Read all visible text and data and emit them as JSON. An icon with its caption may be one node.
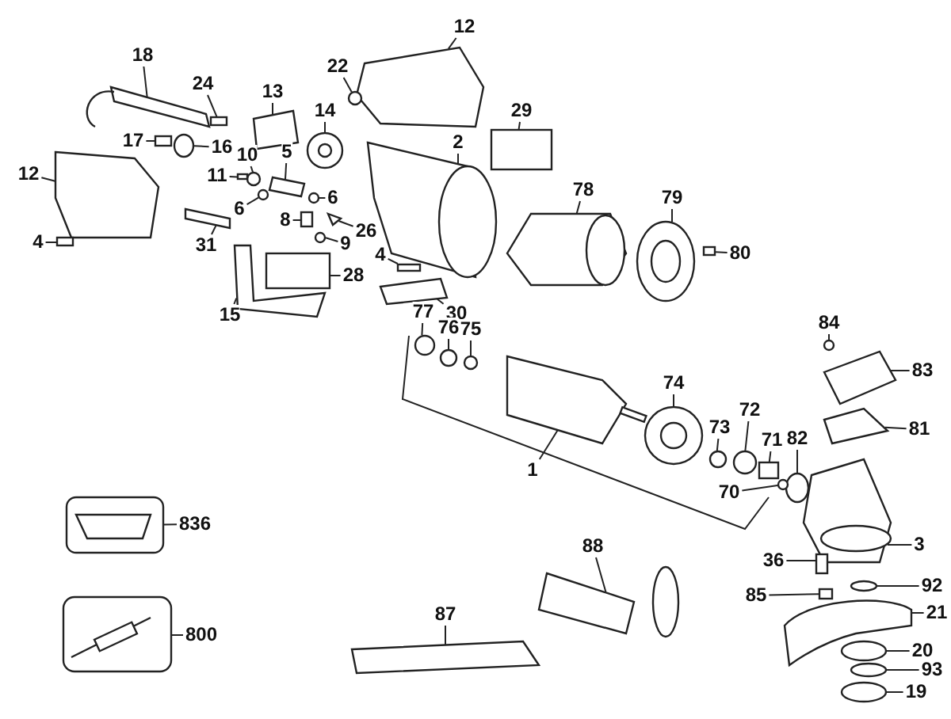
{
  "diagram": {
    "nodes": [
      {
        "text": [
          "12"
        ]
      },
      {
        "text": [
          "18"
        ]
      },
      {
        "text": [
          "22"
        ]
      },
      {
        "text": [
          "24"
        ]
      },
      {
        "text": [
          "13"
        ]
      },
      {
        "text": [
          "14"
        ]
      },
      {
        "text": [
          "29"
        ]
      },
      {
        "text": [
          "17"
        ]
      },
      {
        "text": [
          "2"
        ]
      },
      {
        "text": [
          "16"
        ]
      },
      {
        "text": [
          "10"
        ]
      },
      {
        "text": [
          "5"
        ]
      },
      {
        "text": [
          "12"
        ]
      },
      {
        "text": [
          "11"
        ]
      },
      {
        "text": [
          "78"
        ]
      },
      {
        "text": [
          "6"
        ]
      },
      {
        "text": [
          "6"
        ]
      },
      {
        "text": [
          "79"
        ]
      },
      {
        "text": [
          "8"
        ]
      },
      {
        "text": [
          "26"
        ]
      },
      {
        "text": [
          "4"
        ]
      },
      {
        "text": [
          "9"
        ]
      },
      {
        "text": [
          "31"
        ]
      },
      {
        "text": [
          "4"
        ]
      },
      {
        "text": [
          "80"
        ]
      },
      {
        "text": [
          "28"
        ]
      },
      {
        "text": [
          "30"
        ]
      },
      {
        "text": [
          "15"
        ]
      },
      {
        "text": [
          "77"
        ]
      },
      {
        "text": [
          "84"
        ]
      },
      {
        "text": [
          "76"
        ]
      },
      {
        "text": [
          "75"
        ]
      },
      {
        "text": [
          "83"
        ]
      },
      {
        "text": [
          "74"
        ]
      },
      {
        "text": [
          "72"
        ]
      },
      {
        "text": [
          "73"
        ]
      },
      {
        "text": [
          "82"
        ]
      },
      {
        "text": [
          "71"
        ]
      },
      {
        "text": [
          "81"
        ]
      },
      {
        "text": [
          "1"
        ]
      },
      {
        "text": [
          "70"
        ]
      },
      {
        "text": [
          "836"
        ]
      },
      {
        "text": [
          "3"
        ]
      },
      {
        "text": [
          "88"
        ]
      },
      {
        "text": [
          "36"
        ]
      },
      {
        "text": [
          "92"
        ]
      },
      {
        "text": [
          "85"
        ]
      },
      {
        "text": [
          "21"
        ]
      },
      {
        "text": [
          "87"
        ]
      },
      {
        "text": [
          "800"
        ]
      },
      {
        "text": [
          "20"
        ]
      },
      {
        "text": [
          "93"
        ]
      },
      {
        "text": [
          "19"
        ]
      },
      {
        "text": [],
        "shape": "box"
      },
      {
        "text": [],
        "shape": "box"
      },
      {
        "text": [],
        "shape": "circle"
      },
      {
        "text": [],
        "shape": "box"
      },
      {
        "text": [],
        "shape": "box"
      },
      {
        "text": [],
        "shape": "circle"
      },
      {
        "text": [],
        "shape": "box"
      },
      {
        "text": [],
        "shape": "box"
      },
      {
        "text": [],
        "shape": "box"
      },
      {
        "text": [],
        "shape": "circle"
      },
      {
        "text": [],
        "shape": "circle"
      },
      {
        "text": [],
        "shape": "box"
      },
      {
        "text": [],
        "shape": "box"
      },
      {
        "text": [],
        "shape": "box"
      },
      {
        "text": [],
        "shape": "box"
      },
      {
        "text": [],
        "shape": "circle"
      },
      {
        "text": [],
        "shape": "circle"
      },
      {
        "text": [],
        "shape": "circle"
      },
      {
        "text": [],
        "shape": "box"
      },
      {
        "text": [],
        "shape": "triangle"
      },
      {
        "text": [],
        "shape": "box"
      },
      {
        "text": [],
        "shape": "circle"
      },
      {
        "text": [],
        "shape": "box"
      },
      {
        "text": [],
        "shape": "box"
      },
      {
        "text": [],
        "shape": "box"
      },
      {
        "text": [],
        "shape": "box"
      },
      {
        "text": [],
        "shape": "box"
      },
      {
        "text": [],
        "shape": "box"
      },
      {
        "text": [],
        "shape": "circle"
      },
      {
        "text": [],
        "shape": "circle"
      },
      {
        "text": [],
        "shape": "circle"
      },
      {
        "text": [],
        "shape": "circle"
      },
      {
        "text": [],
        "shape": "box"
      },
      {
        "text": [],
        "shape": "circle"
      },
      {
        "text": [],
        "shape": "circle"
      },
      {
        "text": [],
        "shape": "circle"
      },
      {
        "text": [],
        "shape": "circle"
      },
      {
        "text": [],
        "shape": "box"
      },
      {
        "text": [],
        "shape": "box"
      },
      {
        "text": [],
        "shape": "circle"
      },
      {
        "text": [],
        "shape": "box"
      },
      {
        "text": [],
        "shape": "box"
      },
      {
        "text": [],
        "shape": "box"
      },
      {
        "text": [],
        "shape": "box"
      },
      {
        "text": [],
        "shape": "circle"
      },
      {
        "text": [],
        "shape": "box"
      },
      {
        "text": [],
        "shape": "box"
      },
      {
        "text": [],
        "shape": "box"
      },
      {
        "text": [],
        "shape": "box"
      },
      {
        "text": [],
        "shape": "circle"
      },
      {
        "text": [],
        "shape": "circle"
      },
      {
        "text": [],
        "shape": "circle"
      },
      {
        "text": [],
        "shape": "box"
      }
    ],
    "edges": [
      {
        "from": 0,
        "to": 53,
        "arrow": "none"
      },
      {
        "from": 1,
        "to": 54,
        "arrow": "none"
      },
      {
        "from": 2,
        "to": 55,
        "arrow": "none"
      },
      {
        "from": 3,
        "to": 56,
        "arrow": "none"
      },
      {
        "from": 4,
        "to": 57,
        "arrow": "none"
      },
      {
        "from": 5,
        "to": 58,
        "arrow": "none"
      },
      {
        "from": 6,
        "to": 59,
        "arrow": "none"
      },
      {
        "from": 7,
        "to": 60,
        "arrow": "none"
      },
      {
        "from": 8,
        "to": 61,
        "arrow": "none"
      },
      {
        "from": 9,
        "to": 62,
        "arrow": "none"
      },
      {
        "from": 10,
        "to": 63,
        "arrow": "none"
      },
      {
        "from": 11,
        "to": 64,
        "arrow": "none"
      },
      {
        "from": 12,
        "to": 65,
        "arrow": "none"
      },
      {
        "from": 13,
        "to": 66,
        "arrow": "none"
      },
      {
        "from": 14,
        "to": 67,
        "arrow": "none"
      },
      {
        "from": 15,
        "to": 68,
        "arrow": "none"
      },
      {
        "from": 16,
        "to": 69,
        "arrow": "none"
      },
      {
        "from": 17,
        "to": 70,
        "arrow": "none"
      },
      {
        "from": 18,
        "to": 71,
        "arrow": "none"
      },
      {
        "from": 19,
        "to": 72,
        "arrow": "none"
      },
      {
        "from": 20,
        "to": 73,
        "arrow": "none"
      },
      {
        "from": 21,
        "to": 74,
        "arrow": "none"
      },
      {
        "from": 22,
        "to": 75,
        "arrow": "none"
      },
      {
        "from": 23,
        "to": 76,
        "arrow": "none"
      },
      {
        "from": 24,
        "to": 77,
        "arrow": "none"
      },
      {
        "from": 25,
        "to": 78,
        "arrow": "none"
      },
      {
        "from": 26,
        "to": 79,
        "arrow": "none"
      },
      {
        "from": 27,
        "to": 80,
        "arrow": "none"
      },
      {
        "from": 28,
        "to": 81,
        "arrow": "none"
      },
      {
        "from": 29,
        "to": 82,
        "arrow": "none"
      },
      {
        "from": 30,
        "to": 83,
        "arrow": "none"
      },
      {
        "from": 31,
        "to": 84,
        "arrow": "none"
      },
      {
        "from": 32,
        "to": 85,
        "arrow": "none"
      },
      {
        "from": 33,
        "to": 86,
        "arrow": "none"
      },
      {
        "from": 34,
        "to": 87,
        "arrow": "none"
      },
      {
        "from": 35,
        "to": 88,
        "arrow": "none"
      },
      {
        "from": 36,
        "to": 89,
        "arrow": "none"
      },
      {
        "from": 37,
        "to": 90,
        "arrow": "none"
      },
      {
        "from": 38,
        "to": 91,
        "arrow": "none"
      },
      {
        "from": 39,
        "to": 105,
        "arrow": "none"
      },
      {
        "from": 40,
        "to": 92,
        "arrow": "none"
      },
      {
        "from": 41,
        "to": 93,
        "arrow": "none"
      },
      {
        "from": 42,
        "to": 94,
        "arrow": "none"
      },
      {
        "from": 43,
        "to": 95,
        "arrow": "none"
      },
      {
        "from": 44,
        "to": 96,
        "arrow": "none"
      },
      {
        "from": 45,
        "to": 97,
        "arrow": "none"
      },
      {
        "from": 46,
        "to": 98,
        "arrow": "none"
      },
      {
        "from": 47,
        "to": 99,
        "arrow": "none"
      },
      {
        "from": 48,
        "to": 100,
        "arrow": "none"
      },
      {
        "from": 49,
        "to": 101,
        "arrow": "none"
      },
      {
        "from": 50,
        "to": 102,
        "arrow": "none"
      },
      {
        "from": 51,
        "to": 103,
        "arrow": "none"
      },
      {
        "from": 52,
        "to": 104,
        "arrow": "none"
      }
    ]
  }
}
